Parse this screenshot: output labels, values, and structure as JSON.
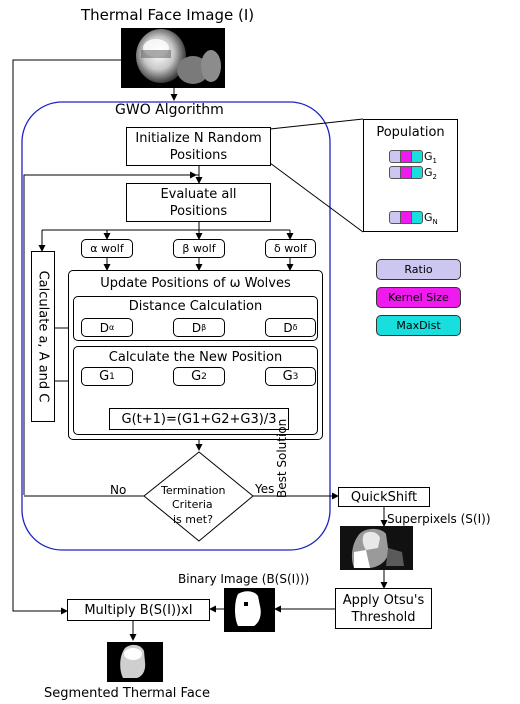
{
  "title": "Thermal Face Image (I)",
  "gwo": {
    "title": "GWO Algorithm",
    "init_line1": "Initialize N Random",
    "init_line2": "Positions",
    "eval_line1": "Evaluate all",
    "eval_line2": "Positions",
    "alpha": "α wolf",
    "beta": "β wolf",
    "delta": "δ wolf",
    "calc_aAC": "Calculate a, A and C",
    "update_title": "Update Positions of  ω Wolves",
    "distance_title": "Distance Calculation",
    "d_alpha": "D",
    "d_alpha_sub": "α",
    "d_beta": "D",
    "d_beta_sub": "β",
    "d_delta": "D",
    "d_delta_sub": "δ",
    "newpos_title": "Calculate the New Position",
    "g": "G",
    "g1_sub": "1",
    "g2_sub": "2",
    "g3_sub": "3",
    "formula": "G(t+1)=(G1+G2+G3)/3",
    "term_line1": "Termination",
    "term_line2": "Criteria",
    "term_line3": "is met?",
    "no": "No",
    "yes": "Yes",
    "best_solution": "Best Solution"
  },
  "population": {
    "title": "Population",
    "g": "G",
    "g1_sub": "1",
    "g2_sub": "2",
    "gn_sub": "N"
  },
  "legend": [
    {
      "label": "Ratio",
      "color": "#ccc7f0"
    },
    {
      "label": "Kernel Size",
      "color": "#ee1aee"
    },
    {
      "label": "MaxDist",
      "color": "#18dede"
    }
  ],
  "quickshift": "QuickShift",
  "superpixels": "Superpixels (S(I))",
  "otsu_line1": "Apply Otsu's",
  "otsu_line2": "Threshold",
  "binary_label": "Binary Image (B(S(I)))",
  "multiply": "Multiply B(S(I))xI",
  "segmented": "Segmented Thermal Face",
  "colors": {
    "gwo_border": "#1c24c4",
    "arrow": "#000000"
  }
}
